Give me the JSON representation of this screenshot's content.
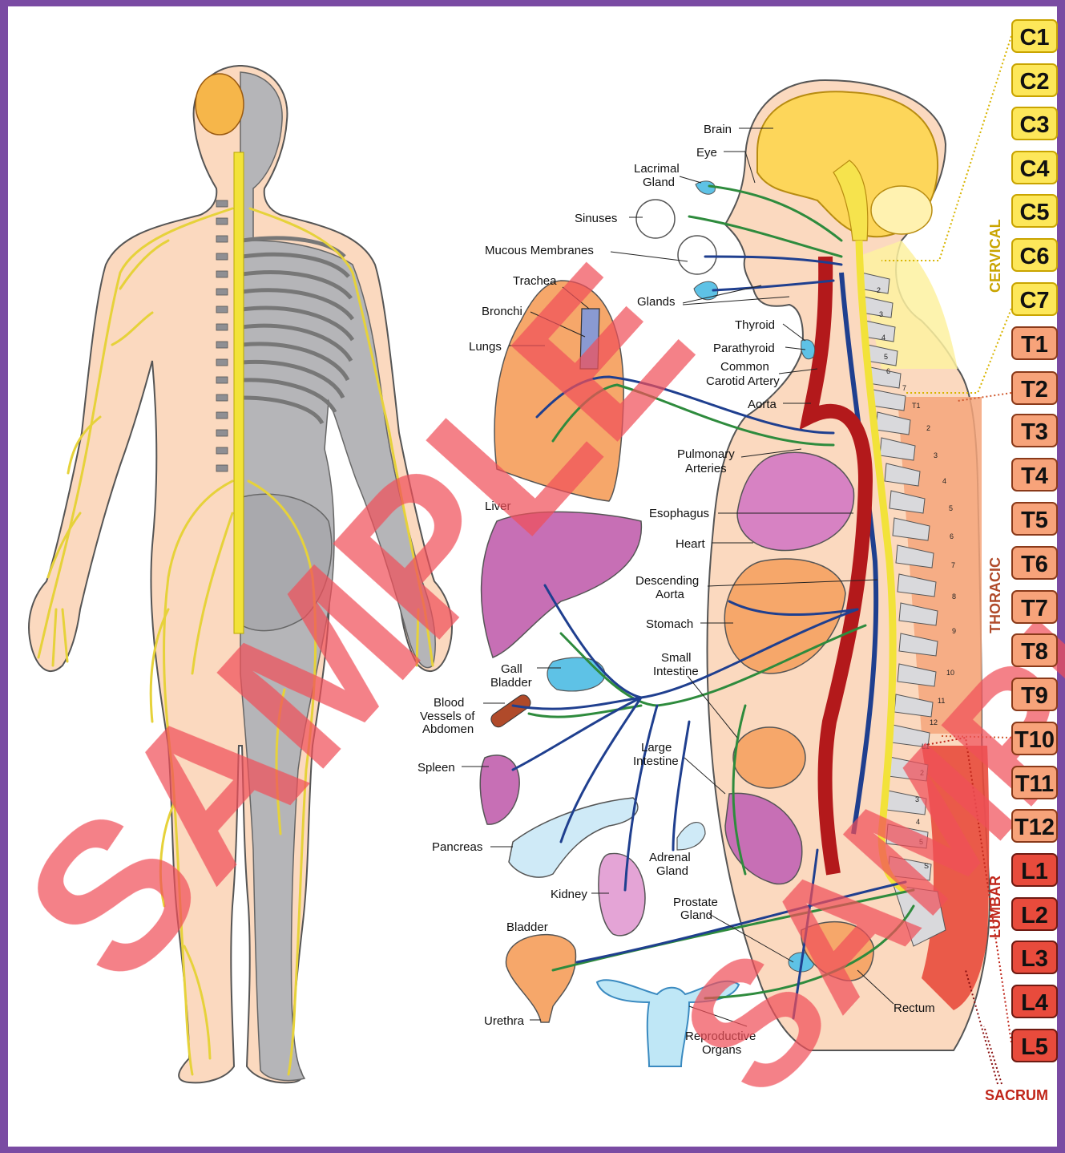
{
  "labels": {
    "brain": "Brain",
    "eye": "Eye",
    "lacrimal_gland": [
      "Lacrimal",
      "Gland"
    ],
    "sinuses": "Sinuses",
    "mucous_membranes": "Mucous Membranes",
    "trachea": "Trachea",
    "bronchi": "Bronchi",
    "glands": "Glands",
    "lungs": "Lungs",
    "thyroid": "Thyroid",
    "parathyroid": "Parathyroid",
    "common_carotid": [
      "Common",
      "Carotid Artery"
    ],
    "aorta": "Aorta",
    "pulmonary_arteries": [
      "Pulmonary",
      "Arteries"
    ],
    "liver": "Liver",
    "esophagus": "Esophagus",
    "heart": "Heart",
    "descending_aorta": [
      "Descending",
      "Aorta"
    ],
    "stomach": "Stomach",
    "small_intestine": [
      "Small",
      "Intestine"
    ],
    "gall_bladder": [
      "Gall",
      "Bladder"
    ],
    "blood_vessels": [
      "Blood",
      "Vessels of",
      "Abdomen"
    ],
    "large_intestine": [
      "Large",
      "Intestine"
    ],
    "spleen": "Spleen",
    "pancreas": "Pancreas",
    "adrenal_gland": [
      "Adrenal",
      "Gland"
    ],
    "kidney": "Kidney",
    "prostate_gland": [
      "Prostate",
      "Gland"
    ],
    "bladder": "Bladder",
    "rectum": "Rectum",
    "urethra": "Urethra",
    "reproductive_organs": [
      "Reproductive",
      "Organs"
    ]
  },
  "vertebrae_numbers": [
    "2",
    "3",
    "4",
    "5",
    "6",
    "7",
    "T1",
    "2",
    "3",
    "4",
    "5",
    "6",
    "7",
    "8",
    "9",
    "10",
    "11",
    "12",
    "L1",
    "2",
    "3",
    "4",
    "5",
    "S"
  ],
  "vertebrae": [
    {
      "label": "C1",
      "region": "cervical"
    },
    {
      "label": "C2",
      "region": "cervical"
    },
    {
      "label": "C3",
      "region": "cervical"
    },
    {
      "label": "C4",
      "region": "cervical"
    },
    {
      "label": "C5",
      "region": "cervical"
    },
    {
      "label": "C6",
      "region": "cervical"
    },
    {
      "label": "C7",
      "region": "cervical"
    },
    {
      "label": "T1",
      "region": "thoracic"
    },
    {
      "label": "T2",
      "region": "thoracic"
    },
    {
      "label": "T3",
      "region": "thoracic"
    },
    {
      "label": "T4",
      "region": "thoracic"
    },
    {
      "label": "T5",
      "region": "thoracic"
    },
    {
      "label": "T6",
      "region": "thoracic"
    },
    {
      "label": "T7",
      "region": "thoracic"
    },
    {
      "label": "T8",
      "region": "thoracic"
    },
    {
      "label": "T9",
      "region": "thoracic"
    },
    {
      "label": "T10",
      "region": "thoracic"
    },
    {
      "label": "T11",
      "region": "thoracic"
    },
    {
      "label": "T12",
      "region": "thoracic"
    },
    {
      "label": "L1",
      "region": "lumbar"
    },
    {
      "label": "L2",
      "region": "lumbar"
    },
    {
      "label": "L3",
      "region": "lumbar"
    },
    {
      "label": "L4",
      "region": "lumbar"
    },
    {
      "label": "L5",
      "region": "lumbar"
    }
  ],
  "regions": {
    "cervical": "CERVICAL",
    "thoracic": "THORACIC",
    "lumbar": "LUMBAR",
    "sacrum": "SACRUM"
  },
  "watermark": "SAMPLE",
  "colors": {
    "cervical": "#fde75a",
    "thoracic": "#f7a37a",
    "lumbar": "#e84b3c",
    "nerve_yellow": "#f2e23a",
    "sympathetic_blue": "#1f3f8f",
    "parasympathetic_green": "#2e8b3d",
    "frame": "#7a4ba3",
    "watermark": "#f0505a"
  }
}
